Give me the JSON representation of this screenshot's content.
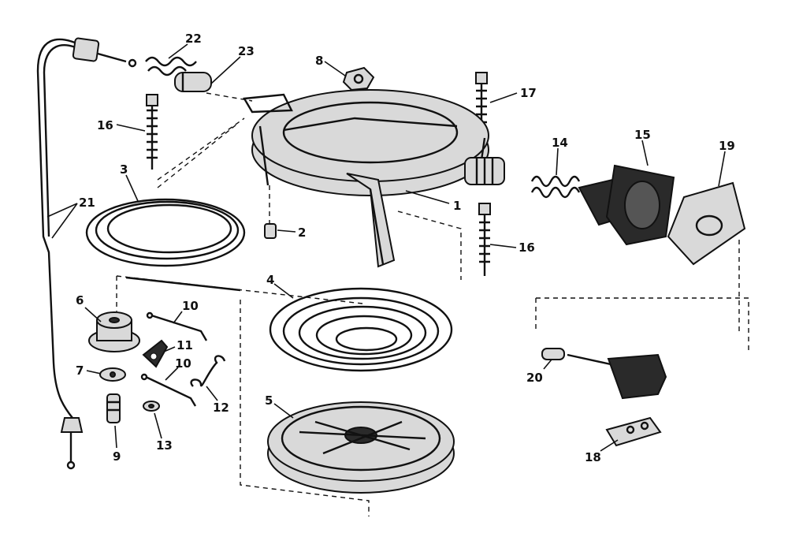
{
  "diagram": {
    "type": "exploded-parts-view",
    "callouts": [
      {
        "id": "c1",
        "label": "1"
      },
      {
        "id": "c2",
        "label": "2"
      },
      {
        "id": "c3",
        "label": "3"
      },
      {
        "id": "c4",
        "label": "4"
      },
      {
        "id": "c5",
        "label": "5"
      },
      {
        "id": "c6",
        "label": "6"
      },
      {
        "id": "c7",
        "label": "7"
      },
      {
        "id": "c8",
        "label": "8"
      },
      {
        "id": "c9",
        "label": "9"
      },
      {
        "id": "c10a",
        "label": "10"
      },
      {
        "id": "c10b",
        "label": "10"
      },
      {
        "id": "c11",
        "label": "11"
      },
      {
        "id": "c12",
        "label": "12"
      },
      {
        "id": "c13",
        "label": "13"
      },
      {
        "id": "c14",
        "label": "14"
      },
      {
        "id": "c15",
        "label": "15"
      },
      {
        "id": "c16a",
        "label": "16"
      },
      {
        "id": "c16b",
        "label": "16"
      },
      {
        "id": "c17",
        "label": "17"
      },
      {
        "id": "c18",
        "label": "18"
      },
      {
        "id": "c19",
        "label": "19"
      },
      {
        "id": "c20",
        "label": "20"
      },
      {
        "id": "c21",
        "label": "21"
      },
      {
        "id": "c22",
        "label": "22"
      },
      {
        "id": "c23",
        "label": "23"
      }
    ]
  }
}
